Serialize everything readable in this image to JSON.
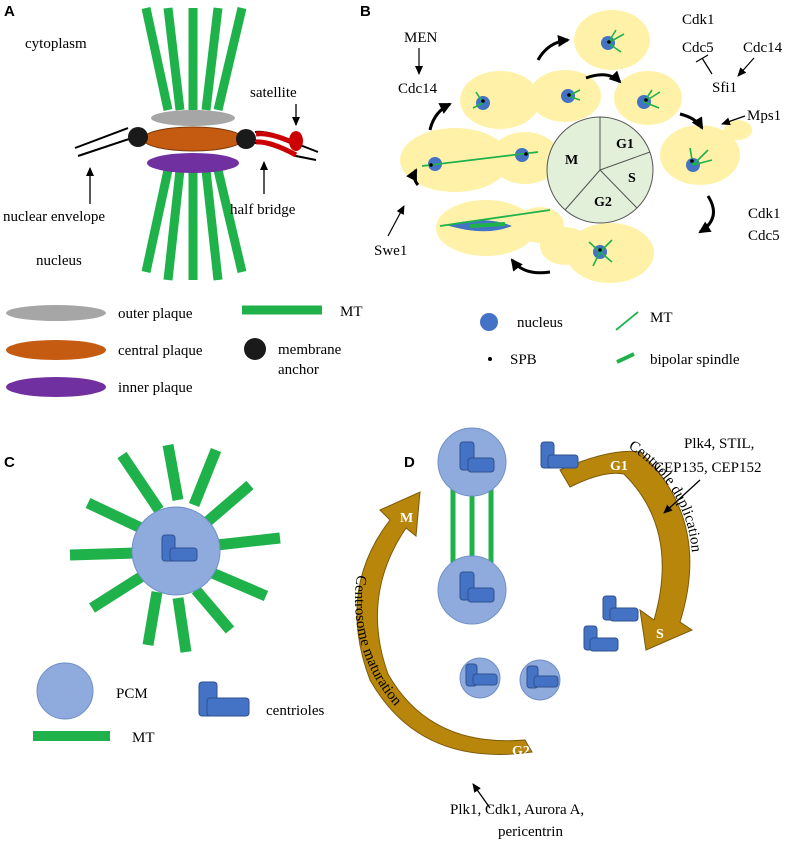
{
  "panelA": {
    "letter": "A",
    "cytoplasm": "cytoplasm",
    "nucleus": "nucleus",
    "satellite": "satellite",
    "nuclear_envelope": "nuclear  envelope",
    "half_bridge": "half bridge",
    "legend": {
      "outer_plaque": "outer plaque",
      "central_plaque": "central plaque",
      "inner_plaque": "inner plaque",
      "mt": "MT",
      "membrane_anchor_1": "membrane",
      "membrane_anchor_2": "anchor"
    },
    "colors": {
      "outer": "#a6a6a6",
      "central": "#c55a11",
      "inner": "#7030a0",
      "mt": "#1fb24a",
      "satellite": "#cc0000"
    }
  },
  "panelB": {
    "letter": "B",
    "men": "MEN",
    "cdc14_left": "Cdc14",
    "cdk1_top": "Cdk1",
    "cdc5_top": "Cdc5",
    "cdc14_right": "Cdc14",
    "sfi1": "Sfi1",
    "mps1": "Mps1",
    "cdk1_right": "Cdk1",
    "cdc5_right": "Cdc5",
    "swe1": "Swe1",
    "phases": {
      "g1": "G1",
      "s": "S",
      "g2": "G2",
      "m": "M"
    },
    "legend": {
      "nucleus": "nucleus",
      "mt": "MT",
      "spb": "SPB",
      "bipolar": "bipolar   spindle"
    },
    "colors": {
      "cell": "#fff2a8",
      "nucleus": "#4472c4",
      "mt": "#1fb24a",
      "pie": "#e2f0d9"
    }
  },
  "panelC": {
    "letter": "C",
    "legend": {
      "pcm": "PCM",
      "mt": "MT",
      "centrioles": "centrioles"
    },
    "colors": {
      "pcm": "#8faadc",
      "centriole": "#4472c4",
      "mt": "#1fb24a"
    }
  },
  "panelD": {
    "letter": "D",
    "phases": {
      "g1": "G1",
      "s": "S",
      "g2": "G2",
      "m": "M"
    },
    "duplication": "Centriole duplication",
    "maturation": "Centrosome maturation",
    "dup_factors_1": "Plk4, STIL,",
    "dup_factors_2": "CEP135, CEP152",
    "mat_factors_1": "Plk1, Cdk1, Aurora A,",
    "mat_factors_2": "pericentrin",
    "colors": {
      "arrow": "#b8860b"
    }
  }
}
